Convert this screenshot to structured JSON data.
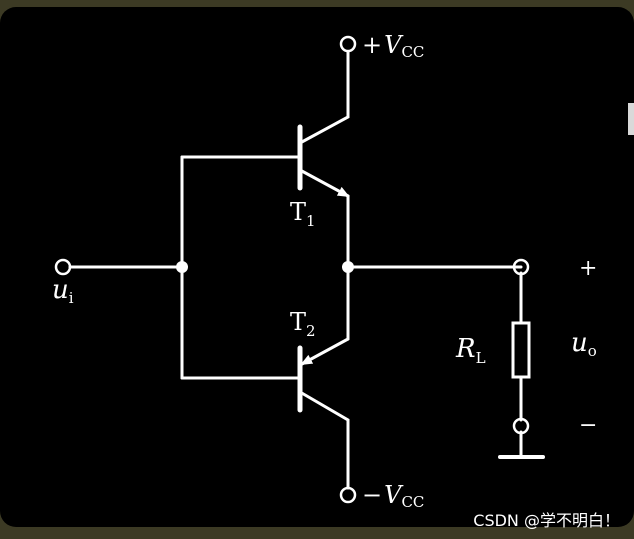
{
  "diagram": {
    "vcc_pos": {
      "sign": "+",
      "symbol": "V",
      "subscript": "CC"
    },
    "vcc_neg": {
      "sign": "−",
      "symbol": "V",
      "subscript": "CC"
    },
    "input": {
      "symbol": "u",
      "subscript": "i"
    },
    "output": {
      "symbol": "u",
      "subscript": "o"
    },
    "load": {
      "symbol": "R",
      "subscript": "L"
    },
    "t1": {
      "symbol": "T",
      "subscript": "1"
    },
    "t2": {
      "symbol": "T",
      "subscript": "2"
    },
    "plus_sign": "+",
    "minus_sign": "−"
  },
  "watermark": "CSDN @学不明白！",
  "colors": {
    "background": "#000000",
    "frame": "#3c3a24",
    "wire": "#ffffff"
  }
}
